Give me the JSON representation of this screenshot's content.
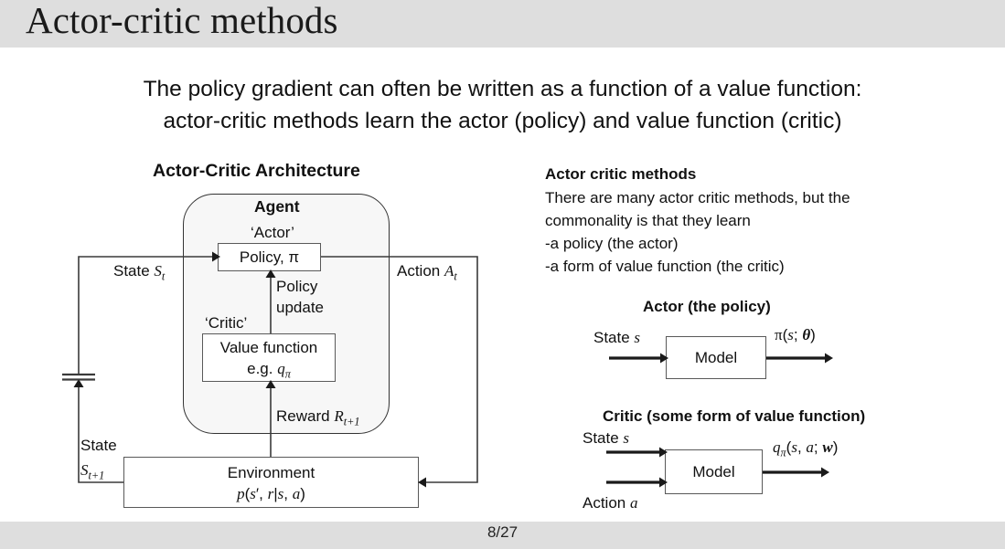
{
  "slide": {
    "title": "Actor-critic methods",
    "subtitle_lines": [
      "The policy gradient can often be written as a function of a value function:",
      "actor-critic methods learn the actor (policy) and value function (critic)"
    ],
    "footer": "8/27",
    "band_color": "#dedede"
  },
  "architecture": {
    "heading": "Actor-Critic Architecture",
    "agent_label": "Agent",
    "actor_quote": "‘Actor’",
    "critic_quote": "‘Critic’",
    "policy_box": "Policy, π",
    "value_box_line1": "Value function",
    "value_box_line2": "e.g. qπ",
    "policy_update_line1": "Policy",
    "policy_update_line2": "update",
    "reward_label": "Reward R",
    "reward_sub": "t+1",
    "state_label": "State S",
    "state_sub": "t",
    "action_label": "Action A",
    "action_sub": "t",
    "next_state_line1": "State",
    "next_state_line2": "S",
    "next_state_sub": "t+1",
    "environment_line1": "Environment",
    "environment_line2": "p(s′, r|s, a)"
  },
  "notes": {
    "heading": "Actor critic methods",
    "lines": [
      "There are many actor critic methods, but the",
      "commonality is that they learn",
      "-a policy (the actor)",
      "-a form of value function (the critic)"
    ]
  },
  "actor_diagram": {
    "heading": "Actor (the policy)",
    "input_label": "State s",
    "model_label": "Model",
    "output_label": "π(s; θ)"
  },
  "critic_diagram": {
    "heading": "Critic (some form of value function)",
    "input_label_1": "State s",
    "input_label_2": "Action a",
    "model_label": "Model",
    "output_label": "qπ(s, a; w)"
  }
}
